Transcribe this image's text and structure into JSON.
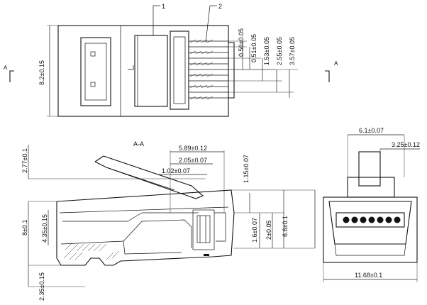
{
  "section_label": "A-A",
  "section_marks": [
    "A",
    "A"
  ],
  "callouts": [
    "1",
    "2"
  ],
  "top_view_dims": {
    "height": "8.2±0.15",
    "pitches": [
      "0.56±0.05",
      "0.51±0.05",
      "1.53±0.05",
      "2.55±0.05",
      "3.57±0.05"
    ]
  },
  "side_view_dims": {
    "top_left": "2.77±0.1",
    "top_h1": "5.89±0.12",
    "top_h2": "2.05±0.07",
    "top_h3": "1.02±0.07",
    "top_v": "1.15±0.07",
    "left_h": "8±0.1",
    "left_inner": "4.35±0.15",
    "right_v1": "1.6±0.07",
    "right_v2": "2±0.05",
    "right_v3": "6.6±0.1",
    "bottom_left": "2.35±0.15"
  },
  "front_view_dims": {
    "top_w": "6.1±0.07",
    "top_sub": "3.25±0.12",
    "bottom_w": "11.68±0.1"
  },
  "colors": {
    "line": "#111111",
    "background": "#ffffff"
  }
}
